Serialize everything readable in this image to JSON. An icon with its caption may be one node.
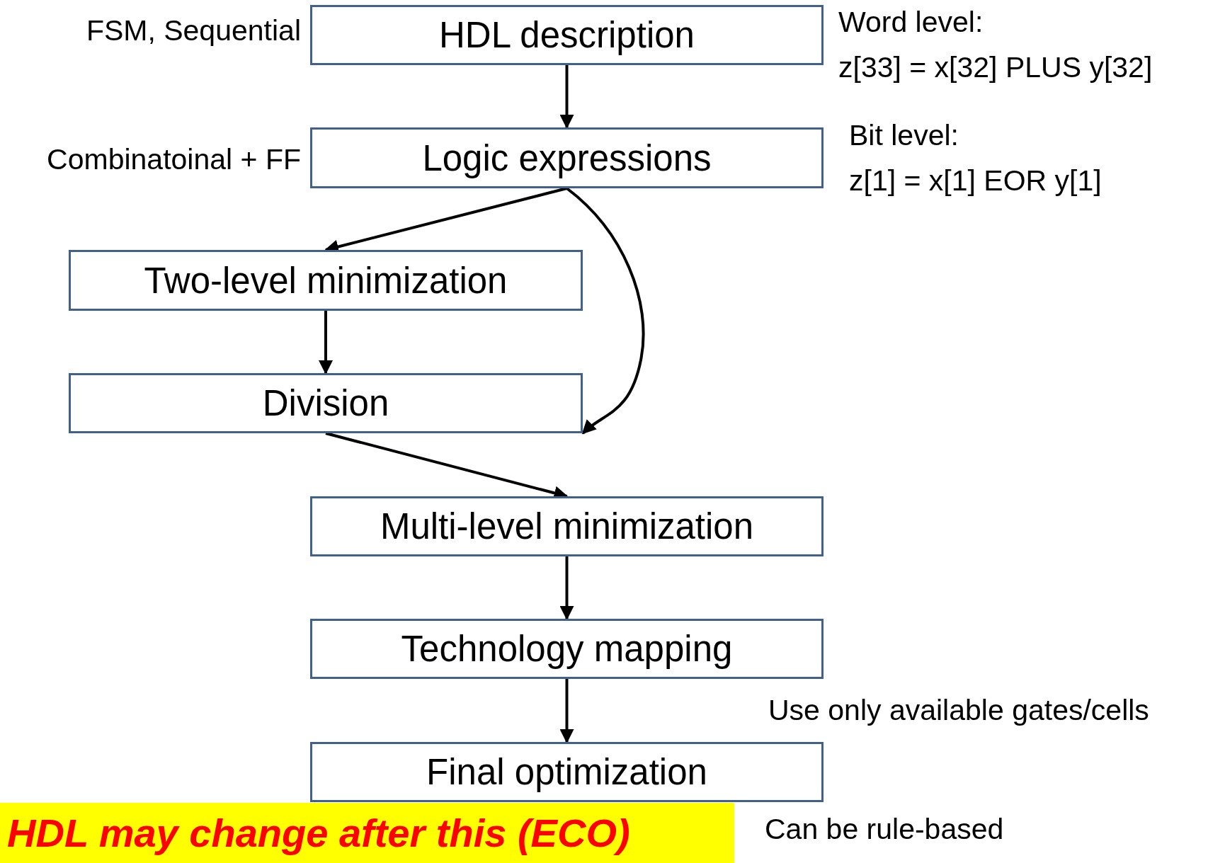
{
  "diagram": {
    "nodes": [
      {
        "text": [
          "HDL description"
        ],
        "beside": [
          "FSM, Sequential"
        ]
      },
      {
        "text": [
          "Logic expressions"
        ],
        "beside": [
          "Combinatoinal + FF"
        ]
      },
      {
        "text": [
          "Two-level minimization"
        ]
      },
      {
        "text": [
          "Division"
        ]
      },
      {
        "text": [
          "Multi-level minimization"
        ]
      },
      {
        "text": [
          "Technology mapping"
        ]
      },
      {
        "text": [
          "Final optimization"
        ]
      }
    ],
    "edges": [
      {
        "from": 0,
        "to": 1,
        "arrow": "to"
      },
      {
        "from": 1,
        "to": 2,
        "arrow": "to"
      },
      {
        "from": 1,
        "to": 3,
        "arrow": "to"
      },
      {
        "from": 2,
        "to": 3,
        "arrow": "to"
      },
      {
        "from": 3,
        "to": 4,
        "arrow": "to"
      },
      {
        "from": 4,
        "to": 5,
        "arrow": "to"
      },
      {
        "from": 5,
        "to": 6,
        "arrow": "to"
      }
    ],
    "labels": [
      "Word level:",
      "z[33] = x[32] PLUS y[32]",
      "Bit level:",
      "z[1] = x[1] EOR y[1]",
      "Use only available gates/cells",
      "HDL may change after this (ECO)",
      "Can be rule-based"
    ]
  }
}
